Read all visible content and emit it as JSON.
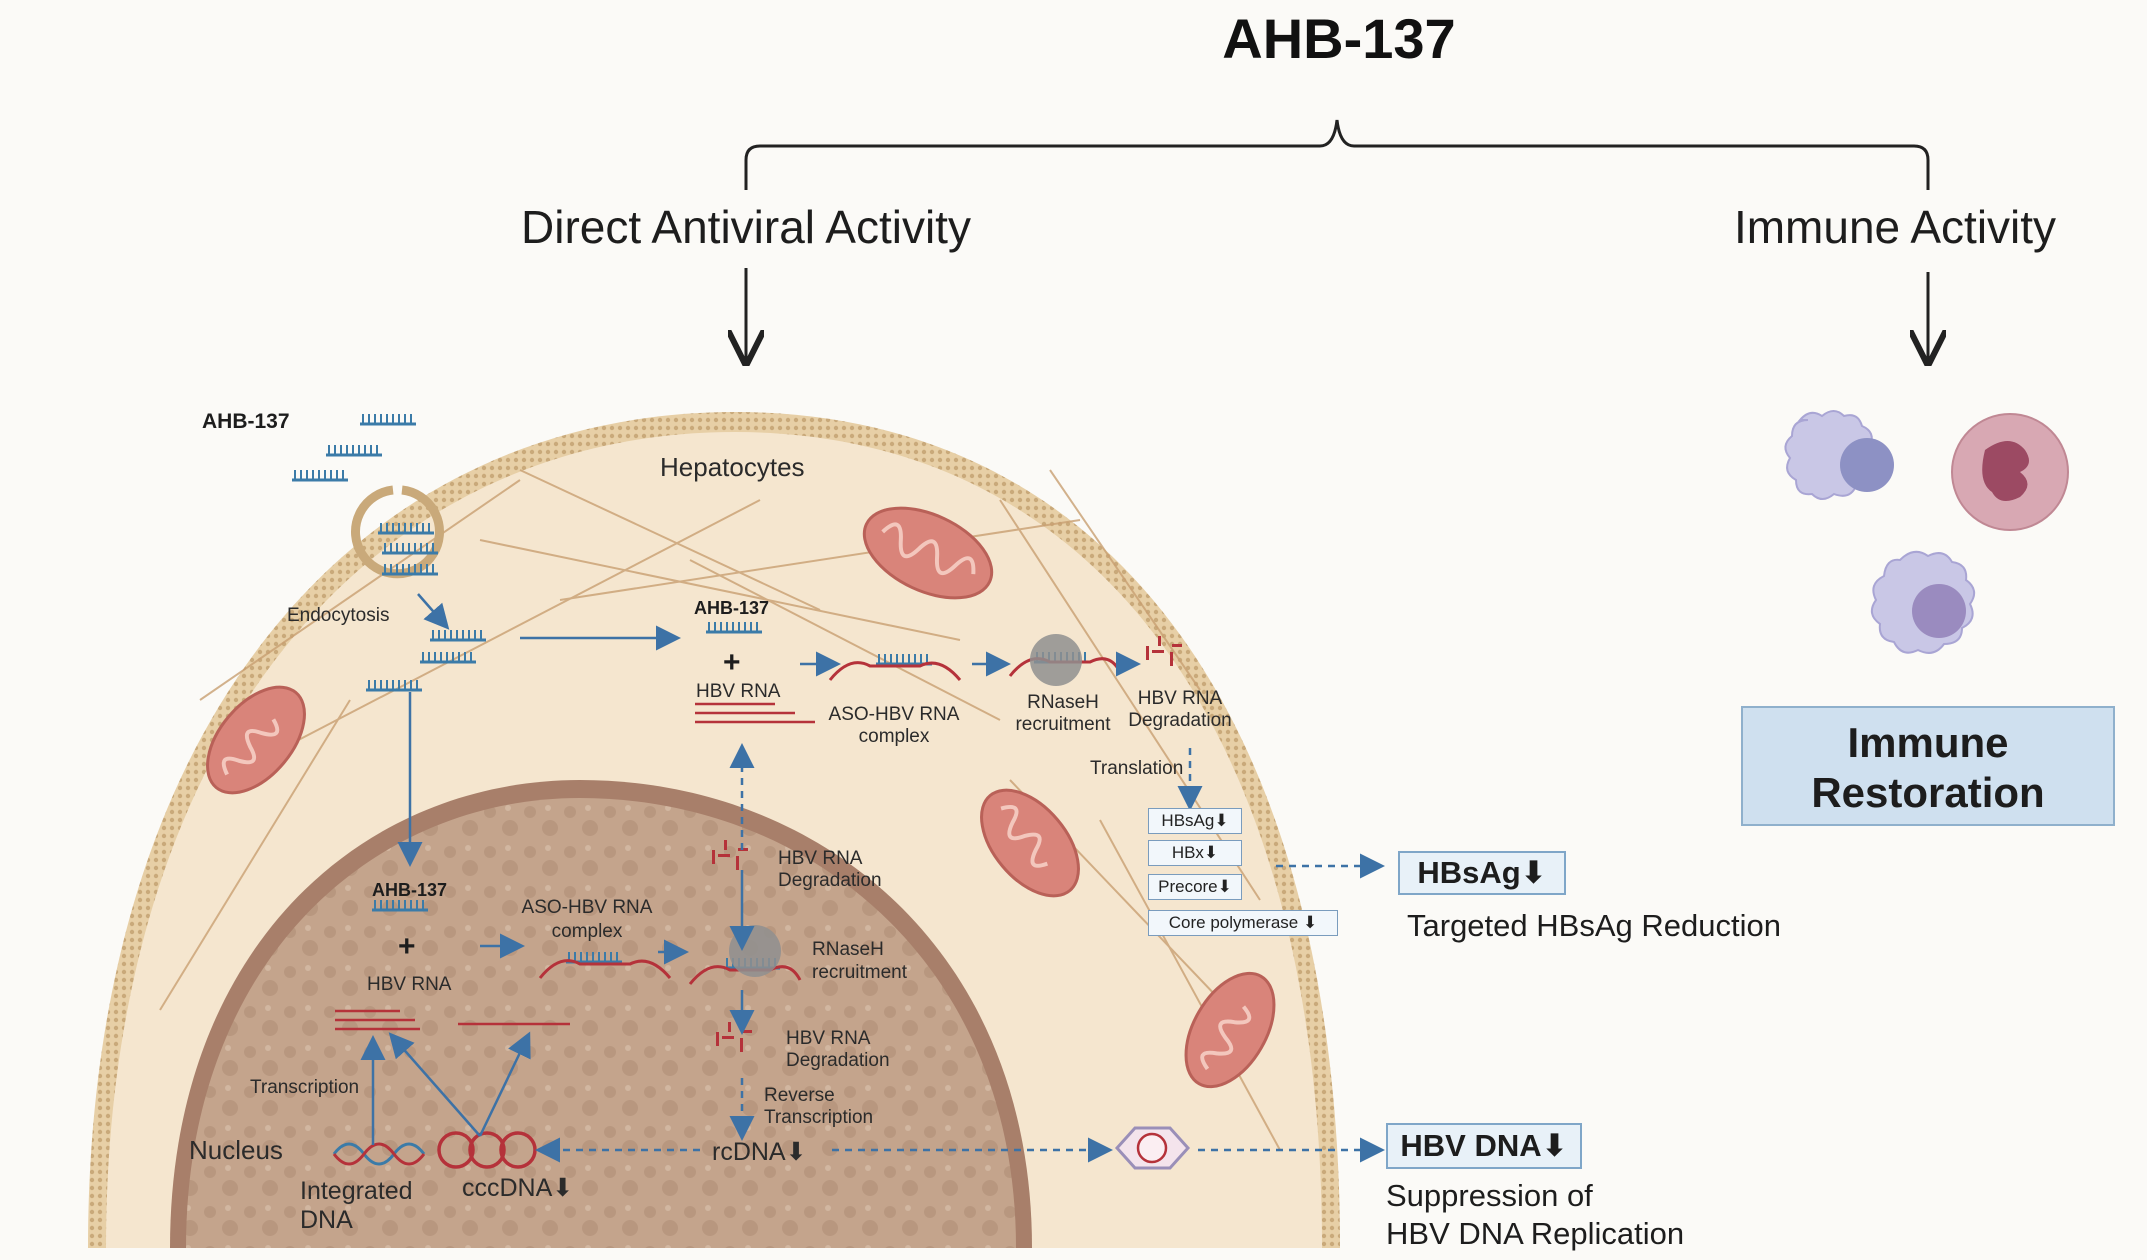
{
  "title": "AHB-137",
  "branches": {
    "direct": "Direct Antiviral Activity",
    "immune": "Immune Activity"
  },
  "immune_restoration": {
    "line1": "Immune",
    "line2": "Restoration"
  },
  "cell": {
    "hepatocytes": "Hepatocytes",
    "ahb_outside": "AHB-137",
    "endocytosis": "Endocytosis",
    "cyto": {
      "ahb": "AHB-137",
      "plus": "+",
      "hbv_rna": "HBV RNA",
      "complex_1": "ASO-HBV RNA",
      "complex_2": "complex",
      "rnaseh_1": "RNaseH",
      "rnaseh_2": "recruitment",
      "degr_1": "HBV RNA",
      "degr_2": "Degradation",
      "translation": "Translation"
    },
    "proteins": [
      "HBsAg⬇",
      "HBx⬇",
      "Precore⬇",
      "Core polymerase ⬇"
    ],
    "nucleus": {
      "label": "Nucleus",
      "ahb": "AHB-137",
      "plus": "+",
      "hbv_rna": "HBV RNA",
      "complex_1": "ASO-HBV RNA",
      "complex_2": "complex",
      "rnaseh_1": "RNaseH",
      "rnaseh_2": "recruitment",
      "degr_top_1": "HBV RNA",
      "degr_top_2": "Degradation",
      "degr_bot_1": "HBV RNA",
      "degr_bot_2": "Degradation",
      "rt_1": "Reverse",
      "rt_2": "Transcription",
      "transcription": "Transcription",
      "integrated_1": "Integrated",
      "integrated_2": "DNA",
      "cccdna": "cccDNA⬇",
      "rcdna": "rcDNA⬇"
    }
  },
  "outcomes": {
    "hbsag_box": "HBsAg⬇",
    "hbsag_text": "Targeted HBsAg Reduction",
    "hbvdna_box": "HBV DNA⬇",
    "hbvdna_text_1": "Suppression of",
    "hbvdna_text_2": "HBV DNA Replication"
  },
  "colors": {
    "membrane": "#c9a97a",
    "cytoplasm": "#f5e6cf",
    "nucleus": "#c7a890",
    "aso_blue": "#3b7ba8",
    "rna_red": "#b5323a",
    "arrow": "#3d72a6"
  }
}
